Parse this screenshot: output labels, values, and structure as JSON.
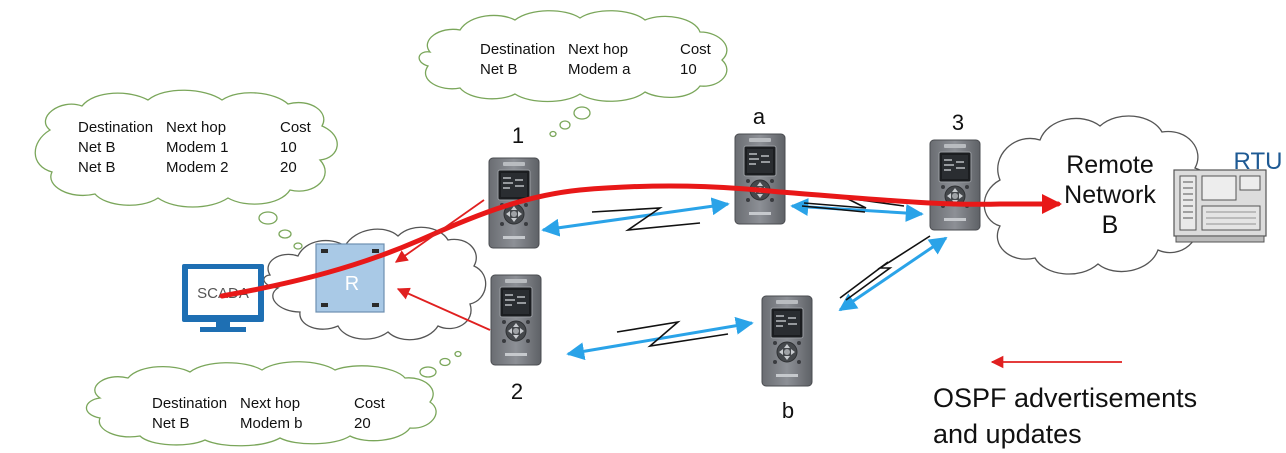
{
  "tables": {
    "top": {
      "headers": [
        "Destination",
        "Next hop",
        "Cost"
      ],
      "rows": [
        [
          "Net B",
          "Modem a",
          "10"
        ]
      ]
    },
    "left": {
      "headers": [
        "Destination",
        "Next hop",
        "Cost"
      ],
      "rows": [
        [
          "Net B",
          "Modem 1",
          "10"
        ],
        [
          "Net B",
          "Modem 2",
          "20"
        ]
      ]
    },
    "bottom": {
      "headers": [
        "Destination",
        "Next hop",
        "Cost"
      ],
      "rows": [
        [
          "Net B",
          "Modem b",
          "20"
        ]
      ]
    }
  },
  "nodes": {
    "modem_1": "1",
    "modem_2": "2",
    "modem_3": "3",
    "modem_a": "a",
    "modem_b": "b",
    "router": "R",
    "scada": "SCADA",
    "rtu": "RTU"
  },
  "remote_network": [
    "Remote",
    "Network",
    "B"
  ],
  "legend": {
    "line1": "OSPF advertisements",
    "line2": "and updates",
    "arrow_color": "#e02020"
  },
  "colors": {
    "route_line": "#e81818",
    "link_arrows": "#2aa3e8",
    "router_fill": "#a9c9e6",
    "scada_blue": "#1e6fb3",
    "rtu_text": "#1e5a94"
  }
}
